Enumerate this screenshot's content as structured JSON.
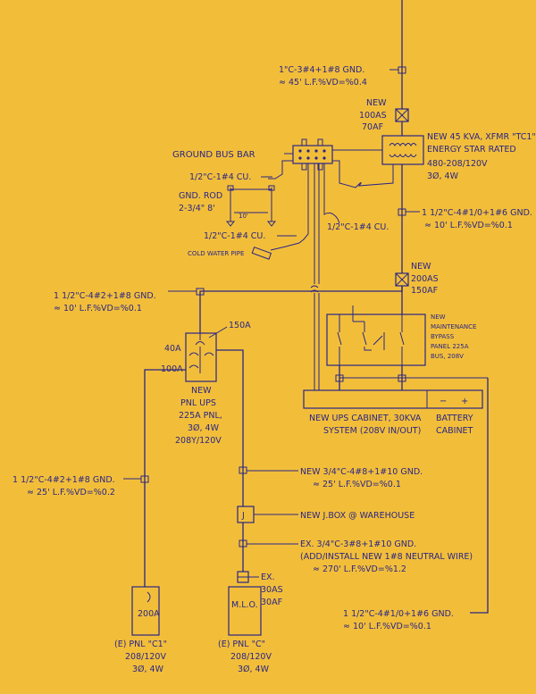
{
  "background_color": "#F2BE3A",
  "line_color": "#2A2585",
  "service": {
    "feeder_line1": "1\"C-3#4+1#8 GND.",
    "feeder_line2": "≈ 45' L.F.%VD=%0.4"
  },
  "breaker_new_100": {
    "line1": "NEW",
    "line2": "100AS",
    "line3": "70AF"
  },
  "transformer": {
    "line1": "NEW 45 KVA, XFMR \"TC1\"",
    "line2": "ENERGY STAR RATED",
    "line3": "480-208/120V",
    "line4": "3Ø, 4W"
  },
  "ground": {
    "bus_bar": "GROUND BUS BAR",
    "cu_label_1": "1/2\"C-1#4 CU.",
    "rod_line1": "GND. ROD",
    "rod_line2": "2-3/4\" 8'",
    "rod_spacing": "10'",
    "cu_label_2": "1/2\"C-1#4 CU.",
    "cold_water_pipe": "COLD WATER PIPE",
    "cu_label_3": "1/2\"C-1#4 CU."
  },
  "xfmr_secondary": {
    "line1": "1 1/2\"C-4#1/0+1#6 GND.",
    "line2": "≈ 10' L.F.%VD=%0.1"
  },
  "breaker_new_200": {
    "line1": "NEW",
    "line2": "200AS",
    "line3": "150AF"
  },
  "ups_feeder": {
    "line1": "1 1/2\"C-4#2+1#8 GND.",
    "line2": "≈ 10' L.F.%VD=%0.1"
  },
  "maintenance_bypass": {
    "line1": "NEW",
    "line2": "MAINTENANCE",
    "line3": "BYPASS",
    "line4": "PANEL 225A",
    "line5": "BUS, 208V"
  },
  "panel_ups": {
    "main_breaker": "150A",
    "breaker_40": "40A",
    "breaker_100": "100A",
    "line1": "NEW",
    "line2": "PNL UPS",
    "line3": "225A PNL,",
    "line4": "3Ø, 4W",
    "line5": "208Y/120V"
  },
  "ups_cabinet": {
    "minus": "−",
    "plus": "+",
    "line1": "NEW UPS CABINET, 30KVA",
    "line1b": "BATTERY",
    "line2": "SYSTEM (208V IN/OUT)",
    "line2b": "CABINET"
  },
  "c1_feeder": {
    "line1": "1 1/2\"C-4#2+1#8 GND.",
    "line2": "≈ 25' L.F.%VD=%0.2"
  },
  "c_feeder": {
    "line1": "NEW 3/4\"C-4#8+1#10 GND.",
    "line2": "≈ 25' L.F.%VD=%0.1"
  },
  "jbox": {
    "symbol": "J",
    "label": "NEW J.BOX @ WAREHOUSE"
  },
  "existing_feeder": {
    "line1": "EX. 3/4\"C-3#8+1#10 GND.",
    "line2": "(ADD/INSTALL NEW 1#8 NEUTRAL WIRE)",
    "line3": "≈ 270' L.F.%VD=%1.2"
  },
  "panel_c1": {
    "breaker": "200A",
    "line1": "(E) PNL \"C1\"",
    "line2": "208/120V",
    "line3": "3Ø, 4W"
  },
  "panel_c": {
    "ex_line1": "EX.",
    "ex_line2": "30AS",
    "ex_line3": "30AF",
    "mlo": "M.L.O.",
    "line1": "(E) PNL \"C\"",
    "line2": "208/120V",
    "line3": "3Ø, 4W"
  },
  "ups_output_feeder": {
    "line1": "1 1/2\"C-4#1/0+1#6 GND.",
    "line2": "≈ 10' L.F.%VD=%0.1"
  }
}
